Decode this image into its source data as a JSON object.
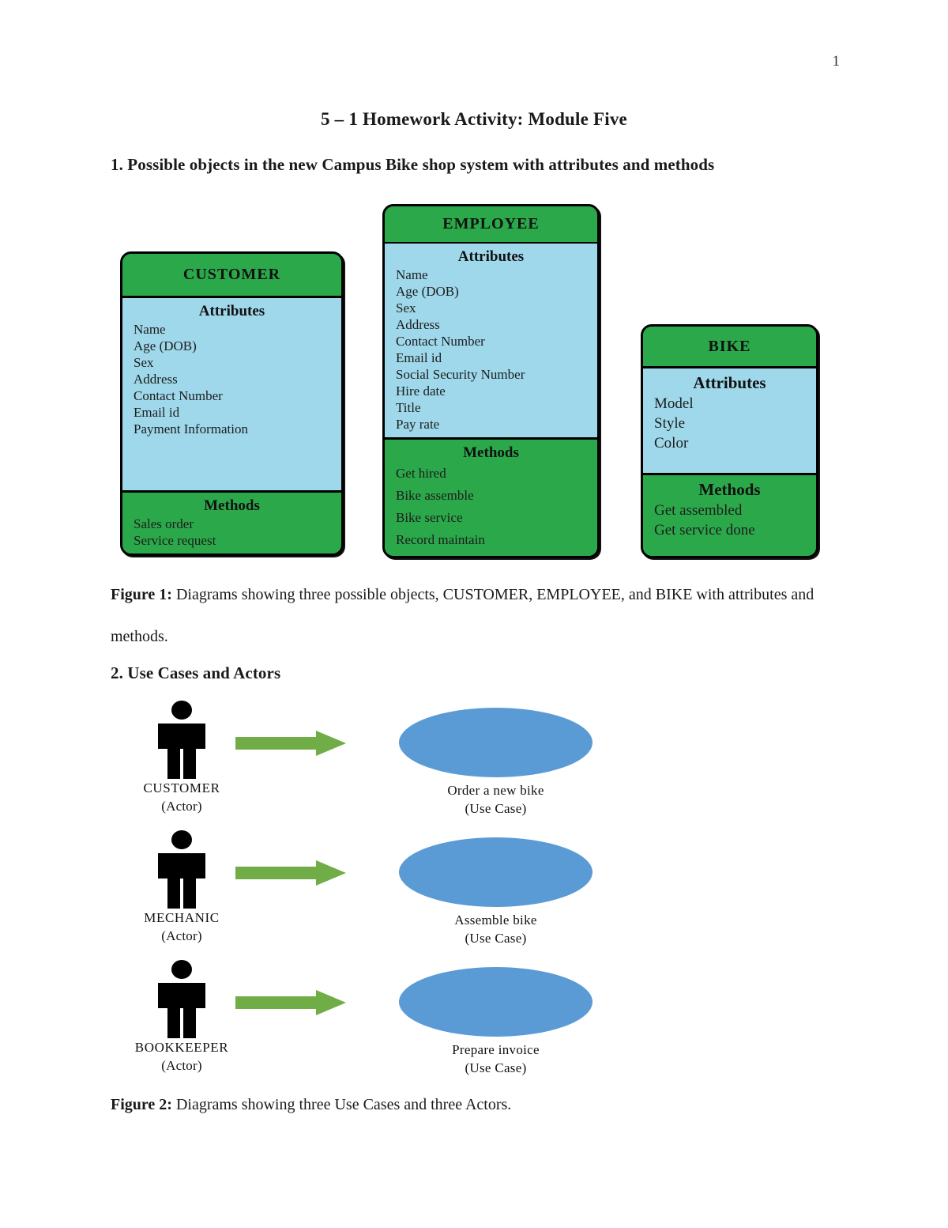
{
  "page": {
    "number": "1",
    "title": "5 – 1 Homework Activity: Module Five"
  },
  "sections": {
    "one": "1. Possible objects in the new Campus Bike shop system with attributes and methods",
    "two": "2. Use Cases and Actors"
  },
  "colors": {
    "class_header_green": "#2BA84A",
    "attribute_panel_blue": "#9ED8EA",
    "usecase_ellipse_blue": "#5B9BD5",
    "arrow_green": "#70AD47",
    "outline_black": "#000000"
  },
  "figure1": {
    "section_labels": {
      "attributes": "Attributes",
      "methods": "Methods"
    },
    "classes": [
      {
        "name": "CUSTOMER",
        "attributes": [
          "Name",
          "Age (DOB)",
          "Sex",
          "Address",
          "Contact Number",
          "Email id",
          "Payment Information"
        ],
        "methods": [
          "Sales order",
          "Service request"
        ]
      },
      {
        "name": "EMPLOYEE",
        "attributes": [
          "Name",
          "Age (DOB)",
          "Sex",
          "Address",
          "Contact Number",
          "Email id",
          "Social Security Number",
          "Hire date",
          "Title",
          "Pay rate"
        ],
        "methods": [
          "Get hired",
          "Bike assemble",
          "Bike service",
          "Record maintain"
        ]
      },
      {
        "name": "BIKE",
        "attributes": [
          "Model",
          "Style",
          "Color"
        ],
        "methods": [
          "Get assembled",
          "Get service done"
        ]
      }
    ],
    "caption_prefix": "Figure 1:",
    "caption_text": " Diagrams showing three possible objects, CUSTOMER, EMPLOYEE, and BIKE with attributes and methods."
  },
  "figure2": {
    "rows": [
      {
        "actor_name": "CUSTOMER",
        "actor_role": "(Actor)",
        "usecase_name": "Order a new bike",
        "usecase_role": "(Use Case)"
      },
      {
        "actor_name": "MECHANIC",
        "actor_role": "(Actor)",
        "usecase_name": "Assemble bike",
        "usecase_role": "(Use Case)"
      },
      {
        "actor_name": "BOOKKEEPER",
        "actor_role": "(Actor)",
        "usecase_name": "Prepare invoice",
        "usecase_role": "(Use Case)"
      }
    ],
    "caption_prefix": "Figure 2:",
    "caption_text": " Diagrams showing three Use Cases and three Actors."
  }
}
